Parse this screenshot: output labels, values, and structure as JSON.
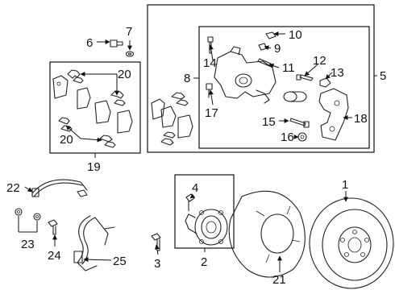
{
  "callouts": {
    "c1": "1",
    "c2": "2",
    "c3": "3",
    "c4": "4",
    "c5": "5",
    "c6": "6",
    "c7": "7",
    "c8": "8",
    "c9": "9",
    "c10": "10",
    "c11": "11",
    "c12": "12",
    "c13": "13",
    "c14": "14",
    "c15": "15",
    "c16": "16",
    "c17": "17",
    "c18": "18",
    "c19": "19",
    "c20a": "20",
    "c20b": "20",
    "c21": "21",
    "c22": "22",
    "c23": "23",
    "c24": "24",
    "c25": "25"
  },
  "colors": {
    "line": "#222222",
    "background": "#ffffff"
  }
}
